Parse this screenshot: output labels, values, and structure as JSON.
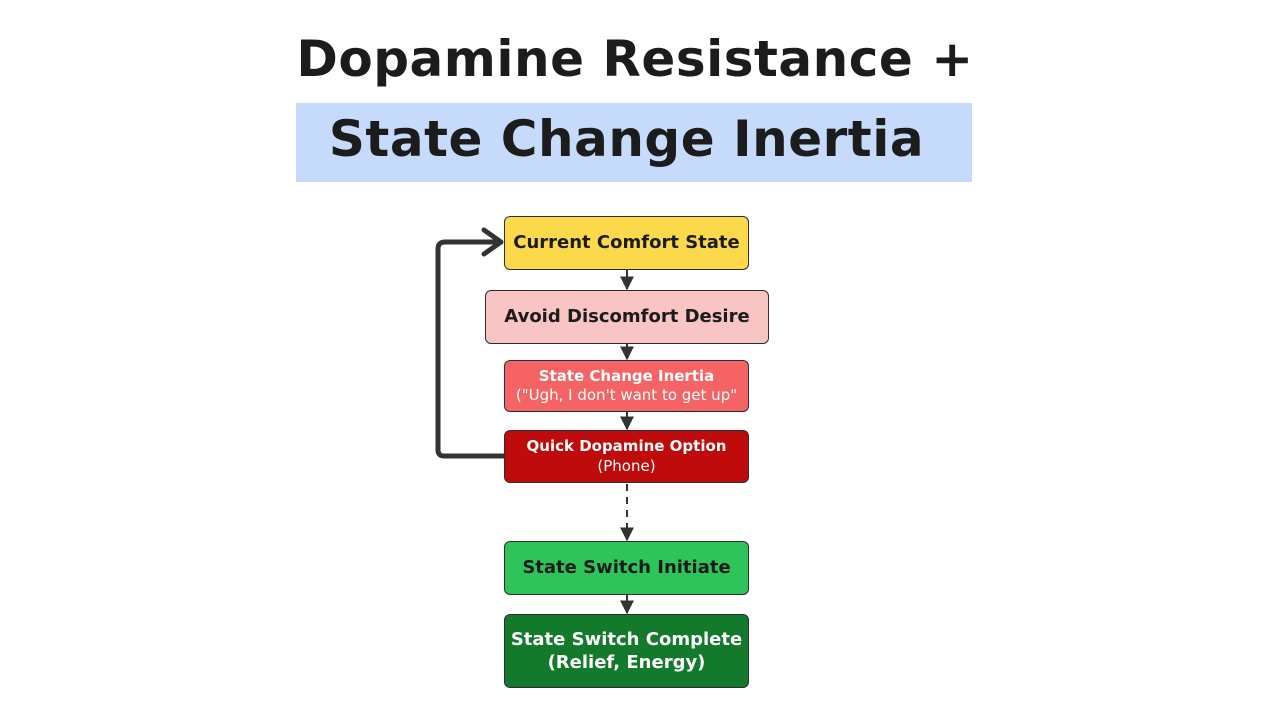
{
  "title": {
    "line1": "Dopamine Resistance +",
    "line2": "State Change Inertia"
  },
  "colors": {
    "title_band": "#c6dafc",
    "comfort": "#fcd94a",
    "avoid": "#f9c4c4",
    "inertia": "#f46464",
    "dopamine": "#bf0b0b",
    "initiate": "#2ec45a",
    "complete": "#137a2c",
    "arrow": "#333333"
  },
  "nodes": {
    "comfort": {
      "line1": "Current Comfort State"
    },
    "avoid": {
      "line1": "Avoid Discomfort Desire"
    },
    "inertia": {
      "line1": "State Change Inertia",
      "line2": "(\"Ugh, I don't want to get up\""
    },
    "dopamine": {
      "line1": "Quick Dopamine Option",
      "line2": "(Phone)"
    },
    "initiate": {
      "line1": "State Switch Initiate"
    },
    "complete": {
      "line1": "State Switch Complete",
      "line2": "(Relief, Energy)"
    }
  },
  "edges": [
    {
      "from": "comfort",
      "to": "avoid",
      "style": "solid"
    },
    {
      "from": "avoid",
      "to": "inertia",
      "style": "solid"
    },
    {
      "from": "inertia",
      "to": "dopamine",
      "style": "solid"
    },
    {
      "from": "dopamine",
      "to": "comfort",
      "style": "loop-back"
    },
    {
      "from": "dopamine",
      "to": "initiate",
      "style": "dashed"
    },
    {
      "from": "initiate",
      "to": "complete",
      "style": "solid"
    }
  ]
}
